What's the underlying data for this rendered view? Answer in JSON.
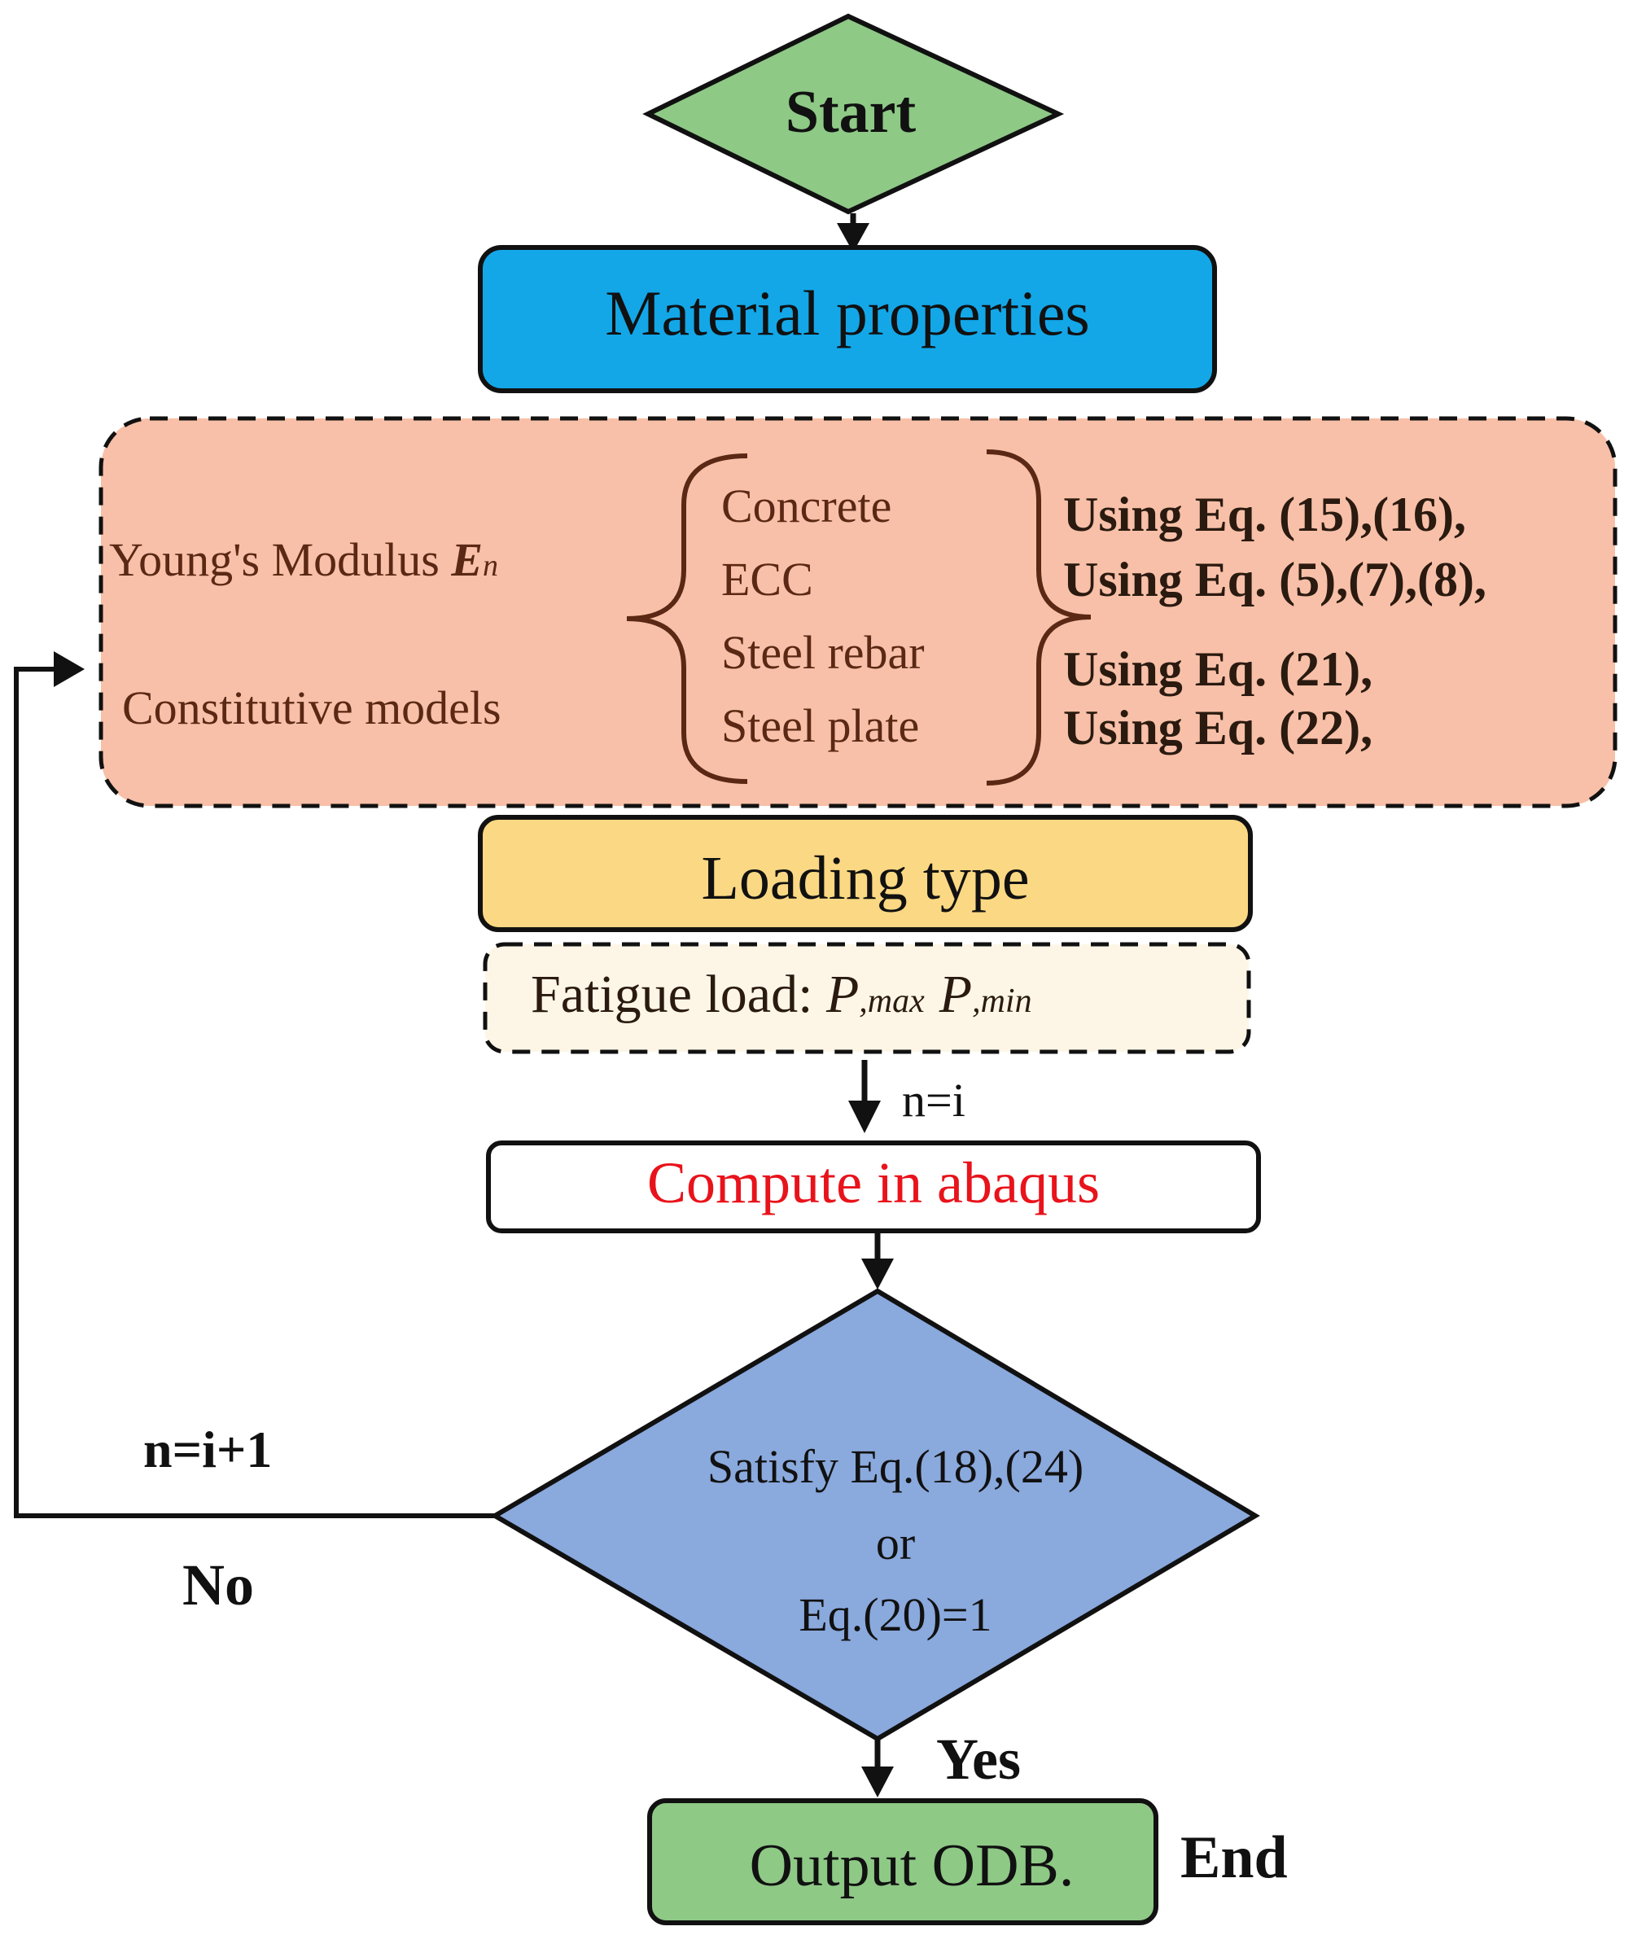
{
  "start_label": "Start",
  "material_properties_label": "Material properties",
  "youngs_modulus": {
    "label": "Young's Modulus ",
    "symbol": "E",
    "subscript": "n"
  },
  "constitutive_models_label": "Constitutive models",
  "materials": [
    "Concrete",
    "ECC",
    "Steel rebar",
    "Steel plate"
  ],
  "equations": [
    "Using Eq. (15),(16),",
    "Using Eq. (5),(7),(8),",
    "Using Eq. (21),",
    "Using Eq. (22),"
  ],
  "loading_type_label": "Loading type",
  "fatigue_load": {
    "label": "Fatigue load: ",
    "p_symbol": "P",
    "max_sub": ",max",
    "min_sub": ",min"
  },
  "n_eq_i_label": "n=i",
  "compute_label": "Compute in abaqus",
  "decision": {
    "line1": "Satisfy Eq.(18),(24)",
    "line2": "or",
    "line3": "Eq.(20)=1"
  },
  "n_eq_i_plus_1_label": "n=i+1",
  "no_label": "No",
  "yes_label": "Yes",
  "output_label": "Output ODB.",
  "end_label": "End",
  "colors": {
    "start_fill": "#8ec986",
    "material_fill": "#13a7e8",
    "props_fill": "#f8c0a8",
    "loading_fill": "#fbd883",
    "fatigue_fill": "#fdf6e7",
    "decision_fill": "#8aa9dd",
    "output_fill": "#8ec986",
    "compute_text": "#e8131b",
    "brace": "#5a2814"
  }
}
